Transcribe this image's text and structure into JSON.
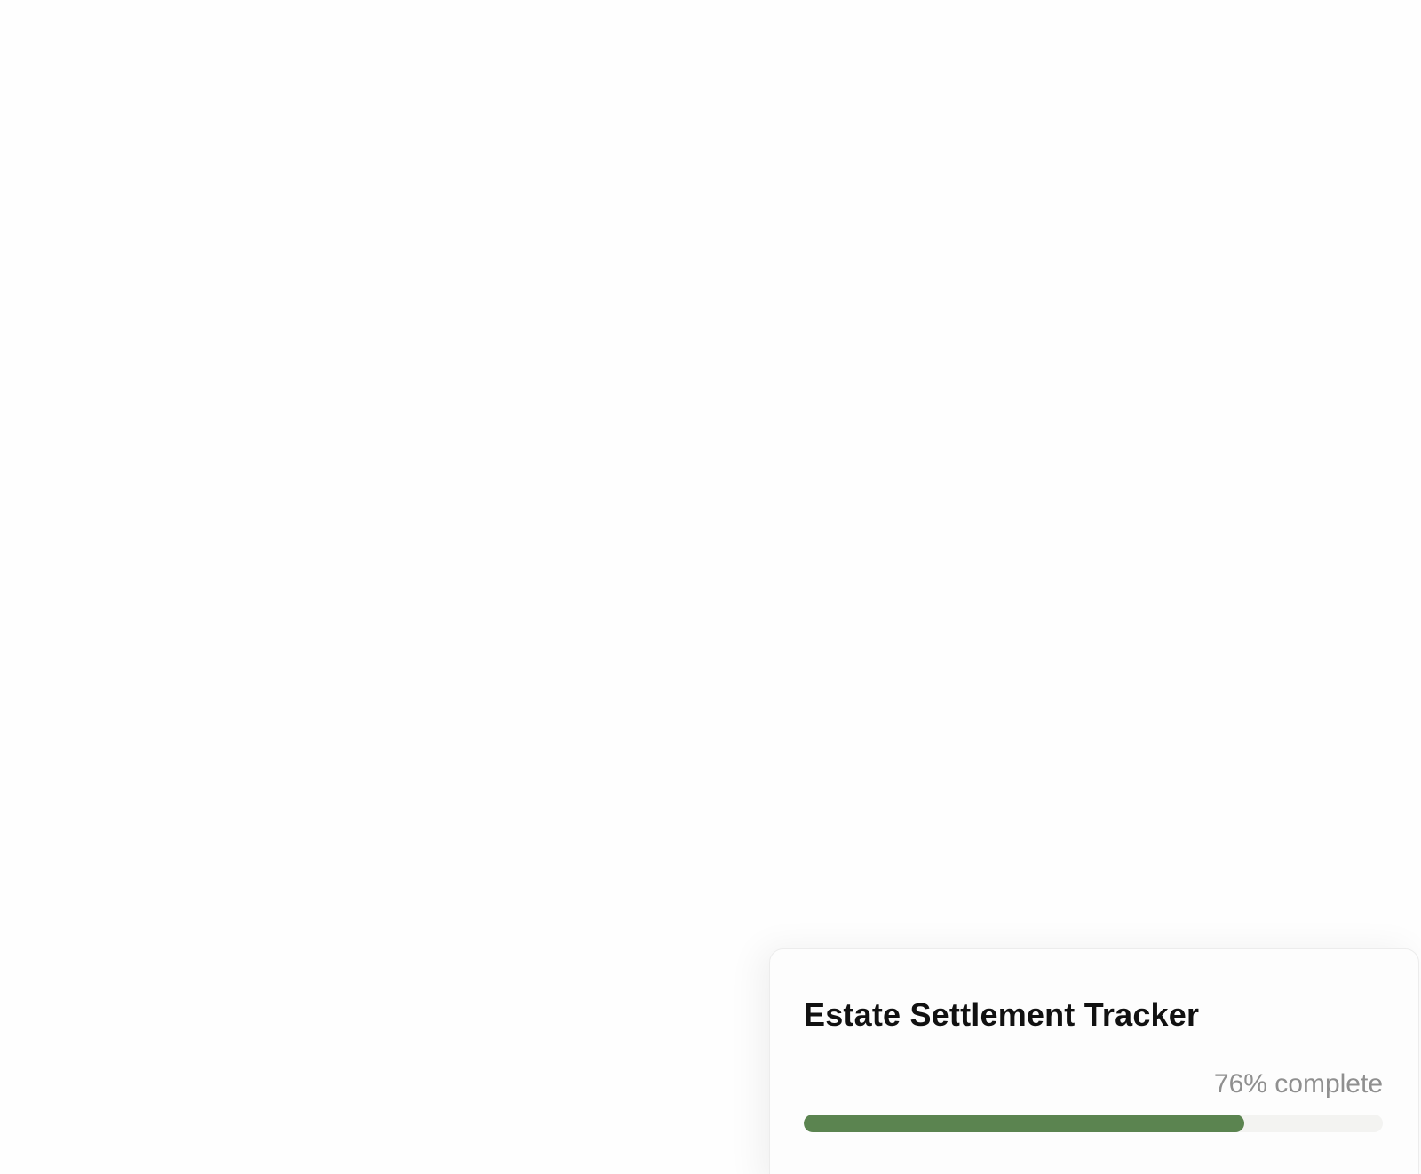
{
  "tracker": {
    "title": "Estate Settlement Tracker",
    "progress_label": "76% complete",
    "progress_percent": 76,
    "fill_color": "#5b8450",
    "track_color": "#f3f3f1"
  }
}
